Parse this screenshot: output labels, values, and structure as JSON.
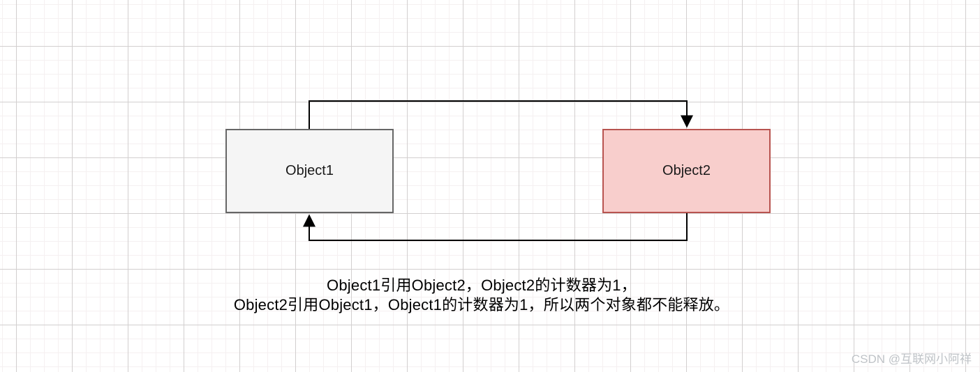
{
  "diagram": {
    "nodes": [
      {
        "id": "object1",
        "label": "Object1",
        "fill": "#f5f5f5",
        "stroke": "#666666"
      },
      {
        "id": "object2",
        "label": "Object2",
        "fill": "#f8cecc",
        "stroke": "#b85450"
      }
    ],
    "edges": [
      {
        "from": "Object1",
        "to": "Object2",
        "route": "top"
      },
      {
        "from": "Object2",
        "to": "Object1",
        "route": "bottom"
      }
    ],
    "arrow_color": "#000000"
  },
  "caption": {
    "lines": [
      "Object1引用Object2，Object2的计数器为1，",
      "Object2引用Object1，Object1的计数器为1，所以两个对象都不能释放。"
    ]
  },
  "watermark": {
    "text": "CSDN @互联网小阿祥",
    "color": "#bfc3c7"
  },
  "colors": {
    "background": "#ffffff",
    "grid_minor": "#f5f0f1",
    "grid_major": "#d2cfcf"
  }
}
